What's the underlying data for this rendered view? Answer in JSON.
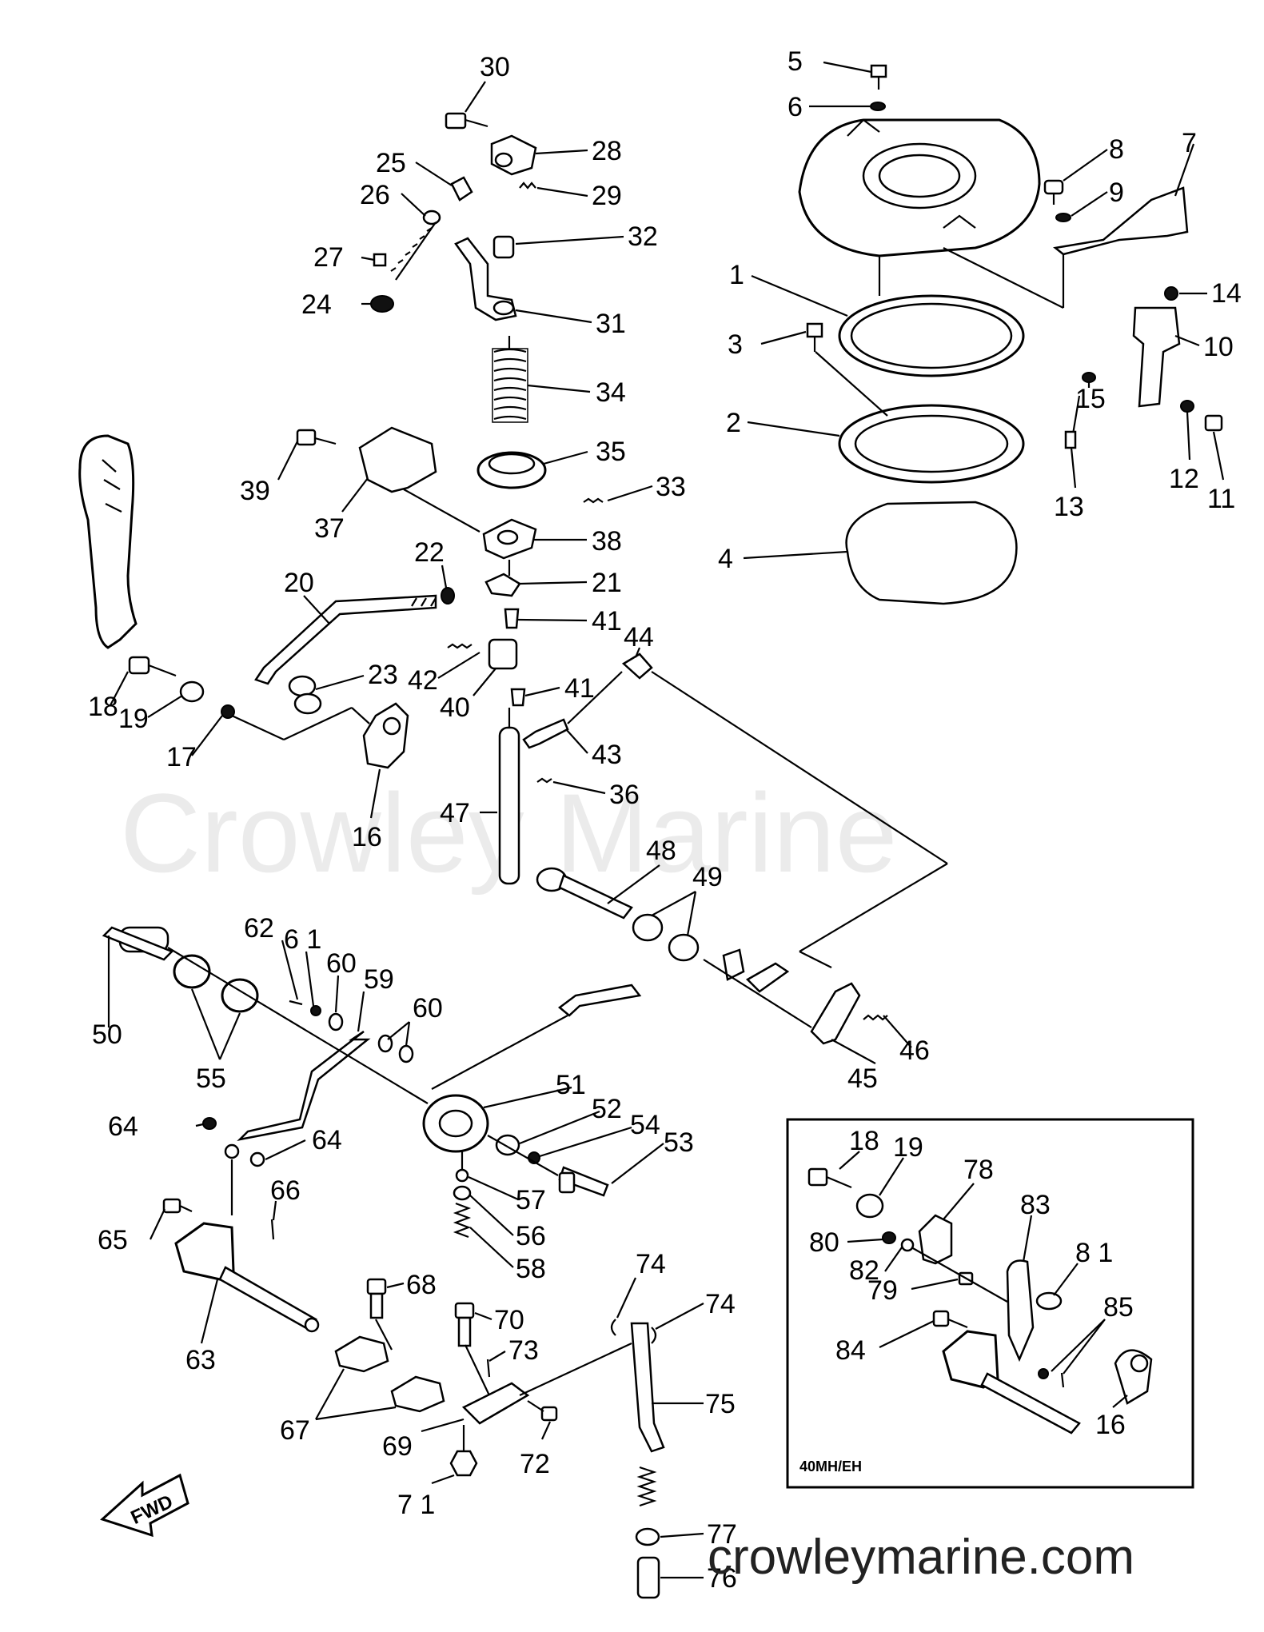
{
  "watermark": "Crowley Marine",
  "website": "crowleymarine.com",
  "inset_title": "40MH/EH",
  "fwd_label": "FWD",
  "callouts": [
    {
      "id": "c30",
      "text": "30"
    },
    {
      "id": "c28",
      "text": "28"
    },
    {
      "id": "c25",
      "text": "25"
    },
    {
      "id": "c26",
      "text": "26"
    },
    {
      "id": "c29",
      "text": "29"
    },
    {
      "id": "c32",
      "text": "32"
    },
    {
      "id": "c27",
      "text": "27"
    },
    {
      "id": "c24",
      "text": "24"
    },
    {
      "id": "c31",
      "text": "31"
    },
    {
      "id": "c34",
      "text": "34"
    },
    {
      "id": "c35",
      "text": "35"
    },
    {
      "id": "c39",
      "text": "39"
    },
    {
      "id": "c33",
      "text": "33"
    },
    {
      "id": "c37",
      "text": "37"
    },
    {
      "id": "c38",
      "text": "38"
    },
    {
      "id": "c22",
      "text": "22"
    },
    {
      "id": "c20",
      "text": "20"
    },
    {
      "id": "c21",
      "text": "21"
    },
    {
      "id": "c41a",
      "text": "41"
    },
    {
      "id": "c23",
      "text": "23"
    },
    {
      "id": "c42",
      "text": "42"
    },
    {
      "id": "c44",
      "text": "44"
    },
    {
      "id": "c41b",
      "text": "41"
    },
    {
      "id": "c40",
      "text": "40"
    },
    {
      "id": "c18",
      "text": "18"
    },
    {
      "id": "c19",
      "text": "19"
    },
    {
      "id": "c43",
      "text": "43"
    },
    {
      "id": "c17",
      "text": "17"
    },
    {
      "id": "c36",
      "text": "36"
    },
    {
      "id": "c16",
      "text": "16"
    },
    {
      "id": "c47",
      "text": "47"
    },
    {
      "id": "c48",
      "text": "48"
    },
    {
      "id": "c49",
      "text": "49"
    },
    {
      "id": "c62",
      "text": "62"
    },
    {
      "id": "c61",
      "text": "6 1"
    },
    {
      "id": "c60a",
      "text": "60"
    },
    {
      "id": "c59",
      "text": "59"
    },
    {
      "id": "c60b",
      "text": "60"
    },
    {
      "id": "c50",
      "text": "50"
    },
    {
      "id": "c55",
      "text": "55"
    },
    {
      "id": "c45",
      "text": "45"
    },
    {
      "id": "c46",
      "text": "46"
    },
    {
      "id": "c51",
      "text": "51"
    },
    {
      "id": "c52",
      "text": "52"
    },
    {
      "id": "c54",
      "text": "54"
    },
    {
      "id": "c53",
      "text": "53"
    },
    {
      "id": "c64a",
      "text": "64"
    },
    {
      "id": "c64b",
      "text": "64"
    },
    {
      "id": "c57",
      "text": "57"
    },
    {
      "id": "c66",
      "text": "66"
    },
    {
      "id": "c65",
      "text": "65"
    },
    {
      "id": "c56",
      "text": "56"
    },
    {
      "id": "c58",
      "text": "58"
    },
    {
      "id": "c74a",
      "text": "74"
    },
    {
      "id": "c74b",
      "text": "74"
    },
    {
      "id": "c68",
      "text": "68"
    },
    {
      "id": "c70",
      "text": "70"
    },
    {
      "id": "c73",
      "text": "73"
    },
    {
      "id": "c63",
      "text": "63"
    },
    {
      "id": "c75",
      "text": "75"
    },
    {
      "id": "c67",
      "text": "67"
    },
    {
      "id": "c69",
      "text": "69"
    },
    {
      "id": "c72",
      "text": "72"
    },
    {
      "id": "c71",
      "text": "7 1"
    },
    {
      "id": "c77",
      "text": "77"
    },
    {
      "id": "c76",
      "text": "76"
    },
    {
      "id": "c5",
      "text": "5"
    },
    {
      "id": "c6",
      "text": "6"
    },
    {
      "id": "c8",
      "text": "8"
    },
    {
      "id": "c7",
      "text": "7"
    },
    {
      "id": "c9",
      "text": "9"
    },
    {
      "id": "c1",
      "text": "1"
    },
    {
      "id": "c14",
      "text": "14"
    },
    {
      "id": "c3",
      "text": "3"
    },
    {
      "id": "c10",
      "text": "10"
    },
    {
      "id": "c15",
      "text": "15"
    },
    {
      "id": "c2",
      "text": "2"
    },
    {
      "id": "c12",
      "text": "12"
    },
    {
      "id": "c11",
      "text": "11"
    },
    {
      "id": "c13",
      "text": "13"
    },
    {
      "id": "c4",
      "text": "4"
    },
    {
      "id": "i18",
      "text": "18"
    },
    {
      "id": "i19",
      "text": "19"
    },
    {
      "id": "i78",
      "text": "78"
    },
    {
      "id": "i83",
      "text": "83"
    },
    {
      "id": "i80",
      "text": "80"
    },
    {
      "id": "i82",
      "text": "82"
    },
    {
      "id": "i81",
      "text": "8 1"
    },
    {
      "id": "i79",
      "text": "79"
    },
    {
      "id": "i85",
      "text": "85"
    },
    {
      "id": "i84",
      "text": "84"
    },
    {
      "id": "i16",
      "text": "16"
    }
  ]
}
